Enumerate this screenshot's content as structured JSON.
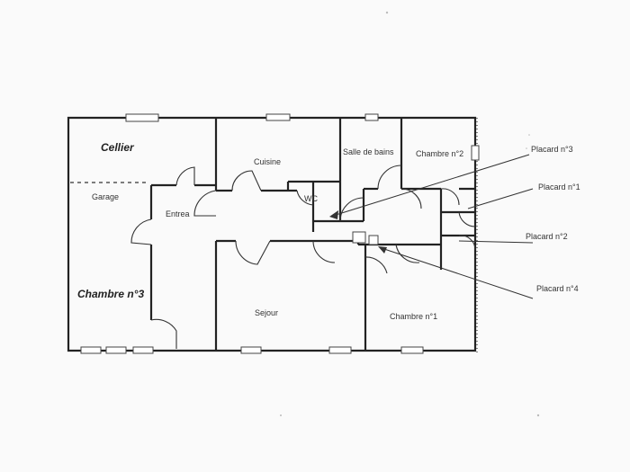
{
  "rooms": {
    "cellier": "Cellier",
    "garage": "Garage",
    "chambre3": "Chambre n°3",
    "entree": "Entrea",
    "cuisine": "Cuisine",
    "wc": "WC",
    "salle_de_bains": "Salle de bains",
    "chambre2": "Chambre n°2",
    "sejour": "Sejour",
    "chambre1": "Chambre n°1"
  },
  "callouts": {
    "placard3": "Placard n°3",
    "placard1": "Placard n°1",
    "placard2": "Placard n°2",
    "placard4": "Placard n°4"
  }
}
